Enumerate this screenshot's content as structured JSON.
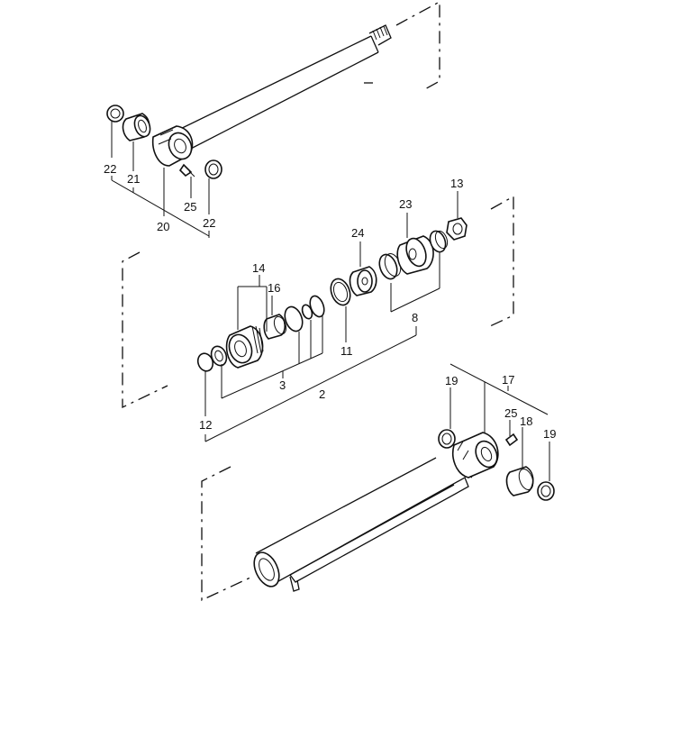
{
  "labels": {
    "p2": "2",
    "p3": "3",
    "p8": "8",
    "p11": "11",
    "p12": "12",
    "p13": "13",
    "p14": "14",
    "p16": "16",
    "p17": "17",
    "p18": "18",
    "p19a": "19",
    "p19b": "19",
    "p20": "20",
    "p21": "21",
    "p22a": "22",
    "p22b": "22",
    "p23": "23",
    "p24": "24",
    "p25a": "25",
    "p25b": "25"
  }
}
